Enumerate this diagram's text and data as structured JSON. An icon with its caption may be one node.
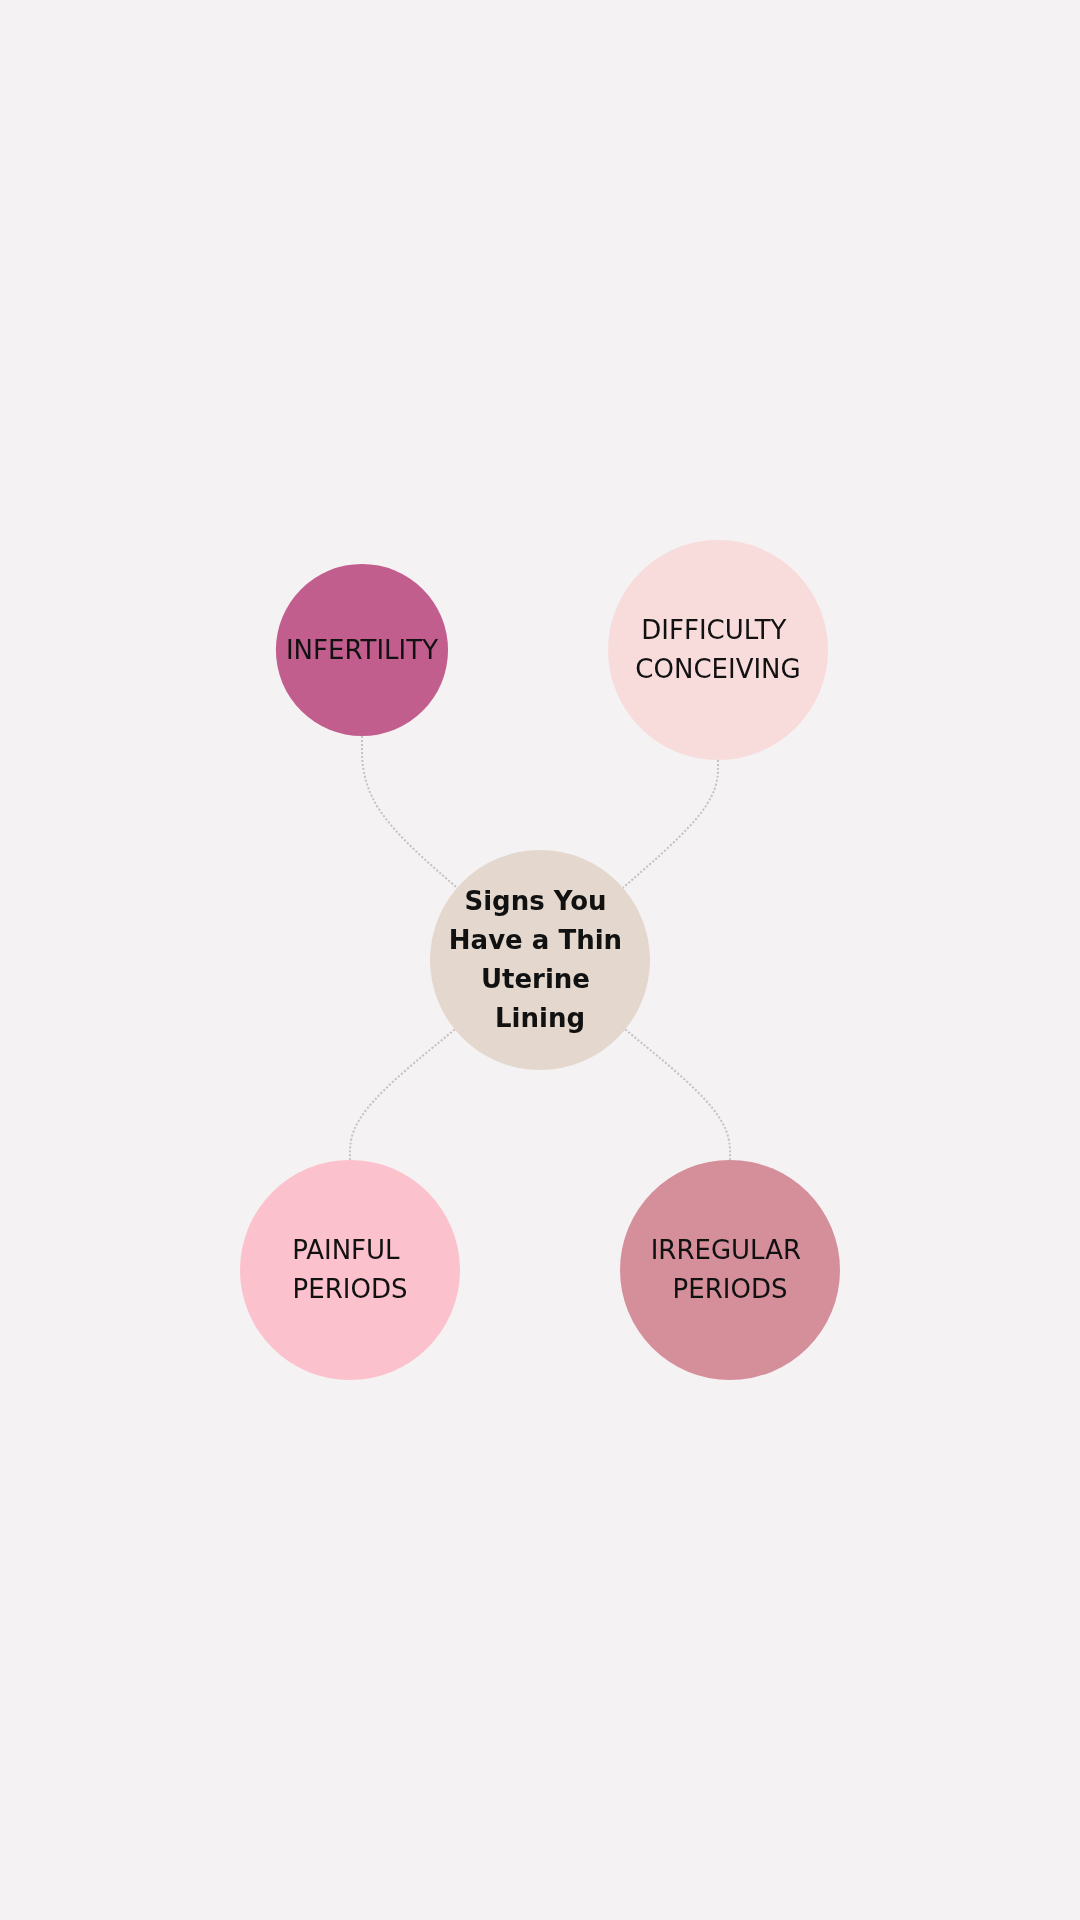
{
  "diagram": {
    "nodes": [
      {
        "text": [
          "INFERTILITY"
        ]
      },
      {
        "text": [
          "DIFFICULTY CONCEIVING"
        ]
      },
      {
        "text": [
          "Signs You Have a Thin Uterine Lining"
        ]
      },
      {
        "text": [
          "PAINFUL PERIODS"
        ]
      },
      {
        "text": [
          "IRREGULAR PERIODS"
        ]
      }
    ],
    "edges": [
      {
        "from": 0,
        "to": 2,
        "arrow": "none",
        "style": "dashed"
      },
      {
        "from": 1,
        "to": 2,
        "arrow": "none",
        "style": "dashed"
      },
      {
        "from": 2,
        "to": 3,
        "arrow": "none",
        "style": "dashed"
      },
      {
        "from": 2,
        "to": 4,
        "arrow": "none",
        "style": "dashed"
      }
    ]
  }
}
